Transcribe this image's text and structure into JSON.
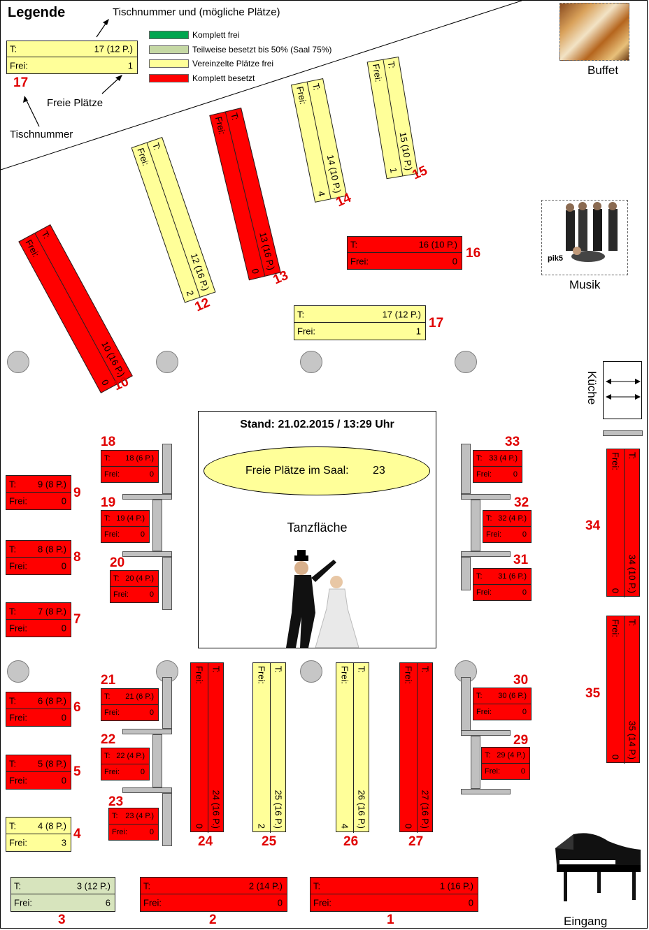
{
  "legend": {
    "title": "Legende",
    "callout_top": "Tischnummer und (mögliche Plätze)",
    "callout_free": "Freie Plätze",
    "callout_number": "Tischnummer",
    "example": {
      "t_label": "T:",
      "t_value": "17 (12 P.)",
      "frei_label": "Frei:",
      "frei_value": "1",
      "number": "17"
    },
    "items": [
      {
        "label": "Komplett frei",
        "color": "#00a54f"
      },
      {
        "label": "Teilweise besetzt bis 50% (Saal 75%)",
        "color": "#c5d8a4"
      },
      {
        "label": "Vereinzelte Plätze frei",
        "color": "#ffff99"
      },
      {
        "label": "Komplett besetzt",
        "color": "#ff0000"
      }
    ]
  },
  "colors": {
    "red": "#ff0000",
    "yellow": "#ffff99",
    "light_green": "#d7e4bd",
    "number_red": "#e00000"
  },
  "labels": {
    "buffet": "Buffet",
    "musik": "Musik",
    "kueche": "Küche",
    "eingang": "Eingang",
    "tanzflaeche": "Tanzfläche",
    "band_logo": "pik5"
  },
  "center": {
    "stand": "Stand: 21.02.2015 / 13:29 Uhr",
    "freie_label": "Freie Plätze im Saal:",
    "freie_value": "23"
  },
  "tables": {
    "t1": {
      "t": "T:",
      "cap": "1 (16 P.)",
      "frei": "Frei:",
      "free": "0",
      "num": "1"
    },
    "t2": {
      "t": "T:",
      "cap": "2 (14 P.)",
      "frei": "Frei:",
      "free": "0",
      "num": "2"
    },
    "t3": {
      "t": "T:",
      "cap": "3 (12 P.)",
      "frei": "Frei:",
      "free": "6",
      "num": "3"
    },
    "t4": {
      "t": "T:",
      "cap": "4 (8 P.)",
      "frei": "Frei:",
      "free": "3",
      "num": "4"
    },
    "t5": {
      "t": "T:",
      "cap": "5 (8 P.)",
      "frei": "Frei:",
      "free": "0",
      "num": "5"
    },
    "t6": {
      "t": "T:",
      "cap": "6 (8 P.)",
      "frei": "Frei:",
      "free": "0",
      "num": "6"
    },
    "t7": {
      "t": "T:",
      "cap": "7 (8 P.)",
      "frei": "Frei:",
      "free": "0",
      "num": "7"
    },
    "t8": {
      "t": "T:",
      "cap": "8 (8 P.)",
      "frei": "Frei:",
      "free": "0",
      "num": "8"
    },
    "t9": {
      "t": "T:",
      "cap": "9 (8 P.)",
      "frei": "Frei:",
      "free": "0",
      "num": "9"
    },
    "t10": {
      "t": "T:",
      "cap": "10 (16 P.)",
      "frei": "Frei:",
      "free": "0",
      "num": "10"
    },
    "t12": {
      "t": "T:",
      "cap": "12 (16 P.)",
      "frei": "Frei:",
      "free": "2",
      "num": "12"
    },
    "t13": {
      "t": "T:",
      "cap": "13 (16 P.)",
      "frei": "Frei:",
      "free": "0",
      "num": "13"
    },
    "t14": {
      "t": "T:",
      "cap": "14 (10 P.)",
      "frei": "Frei:",
      "free": "4",
      "num": "14"
    },
    "t15": {
      "t": "T:",
      "cap": "15 (10 P.)",
      "frei": "Frei:",
      "free": "1",
      "num": "15"
    },
    "t16": {
      "t": "T:",
      "cap": "16 (10 P.)",
      "frei": "Frei:",
      "free": "0",
      "num": "16"
    },
    "t17": {
      "t": "T:",
      "cap": "17 (12 P.)",
      "frei": "Frei:",
      "free": "1",
      "num": "17"
    },
    "t18": {
      "t": "T:",
      "cap": "18 (6 P.)",
      "frei": "Frei:",
      "free": "0",
      "num": "18"
    },
    "t19": {
      "t": "T:",
      "cap": "19 (4 P.)",
      "frei": "Frei:",
      "free": "0",
      "num": "19"
    },
    "t20": {
      "t": "T:",
      "cap": "20 (4 P.)",
      "frei": "Frei:",
      "free": "0",
      "num": "20"
    },
    "t21": {
      "t": "T:",
      "cap": "21 (6 P.)",
      "frei": "Frei:",
      "free": "0",
      "num": "21"
    },
    "t22": {
      "t": "T:",
      "cap": "22 (4 P.)",
      "frei": "Frei:",
      "free": "0",
      "num": "22"
    },
    "t23": {
      "t": "T:",
      "cap": "23 (4 P.)",
      "frei": "Frei:",
      "free": "0",
      "num": "23"
    },
    "t24": {
      "t": "T:",
      "cap": "24 (16 P.)",
      "frei": "Frei:",
      "free": "0",
      "num": "24"
    },
    "t25": {
      "t": "T:",
      "cap": "25 (16 P.)",
      "frei": "Frei:",
      "free": "2",
      "num": "25"
    },
    "t26": {
      "t": "T:",
      "cap": "26 (16 P.)",
      "frei": "Frei:",
      "free": "4",
      "num": "26"
    },
    "t27": {
      "t": "T:",
      "cap": "27 (16 P.)",
      "frei": "Frei:",
      "free": "0",
      "num": "27"
    },
    "t29": {
      "t": "T:",
      "cap": "29 (4 P.)",
      "frei": "Frei:",
      "free": "0",
      "num": "29"
    },
    "t30": {
      "t": "T:",
      "cap": "30 (6 P.)",
      "frei": "Frei:",
      "free": "0",
      "num": "30"
    },
    "t31": {
      "t": "T:",
      "cap": "31 (6 P.)",
      "frei": "Frei:",
      "free": "0",
      "num": "31"
    },
    "t32": {
      "t": "T:",
      "cap": "32 (4 P.)",
      "frei": "Frei:",
      "free": "0",
      "num": "32"
    },
    "t33": {
      "t": "T:",
      "cap": "33 (4 P.)",
      "frei": "Frei:",
      "free": "0",
      "num": "33"
    },
    "t34": {
      "t": "T:",
      "cap": "34 (10 P.)",
      "frei": "Frei:",
      "free": "0",
      "num": "34"
    },
    "t35": {
      "t": "T:",
      "cap": "35 (14 P.)",
      "frei": "Frei:",
      "free": "0",
      "num": "35"
    }
  }
}
